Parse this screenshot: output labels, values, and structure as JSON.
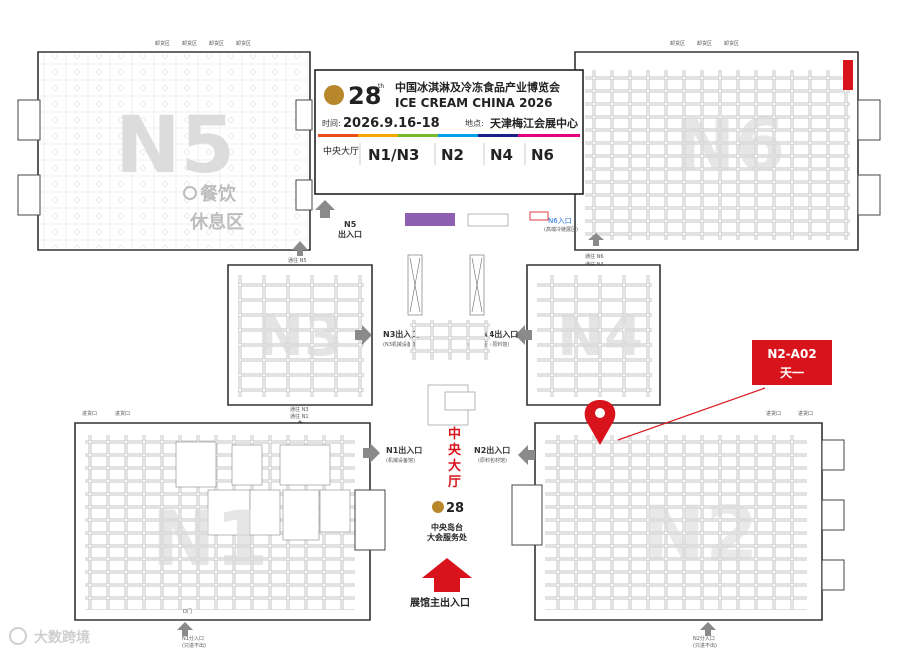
{
  "halls": {
    "n5": "N5",
    "n6": "N6",
    "n3": "N3",
    "n4": "N4",
    "n1": "N1",
    "n2": "N2"
  },
  "n5_rest": {
    "line1": "餐饮",
    "line2": "休息区"
  },
  "banner": {
    "num": "28",
    "th": "th",
    "cn_title": "中国冰淇淋及冷冻食品产业博览会",
    "en_title": "ICE CREAM CHINA 2026",
    "date_label": "时间:",
    "date": "2026.9.16-18",
    "venue_label": "地点:",
    "venue": "天津梅江会展中心",
    "hall_center": "中央大厅",
    "hall_tabs": [
      "N1/N3",
      "N2",
      "N4",
      "N6"
    ]
  },
  "entrances": {
    "n5": {
      "line1": "N5",
      "line2": "出入口"
    },
    "n5_pass": "通往 N5",
    "n6": "N6入口",
    "n6_sub": "(高端冷链展区)",
    "n6_pass_1": "通往 N6",
    "n6_pass_2": "通往 N4",
    "n3": "N3出入口",
    "n3_sub": "(N3机械设备馆)",
    "n4": "N4出入口",
    "n4_sub": "(N4(鲜品) 原料馆)",
    "n3_pass_1": "通往 N3",
    "n3_pass_2": "通往 N1",
    "n1": "N1出入口",
    "n1_sub": "(机械设备馆)",
    "n2": "N2出入口",
    "n2_sub": "(原料包材馆)",
    "n1_south": "N1分入口",
    "n1_south_sub": "(只进不出)",
    "n2_south": "N2分入口",
    "n2_south_sub": "(只进不出)",
    "main": "展馆主出入口",
    "d_gate": "D门"
  },
  "center": {
    "hall_vertical": [
      "中",
      "央",
      "大",
      "厅"
    ],
    "island_num": "28",
    "island_line1": "中央岛台",
    "island_line2": "大会服务处"
  },
  "callout": {
    "code": "N2-A02",
    "name": "天一"
  },
  "area_labels": {
    "freight": "卸货区",
    "entry": "进货口"
  },
  "watermark": "大数跨境",
  "colors": {
    "red": "#d9131b",
    "hall_fill": "#dcdcdc",
    "arrow": "#8a8a8a",
    "purple": "#8e5fb0",
    "gold": "#b8862b"
  }
}
